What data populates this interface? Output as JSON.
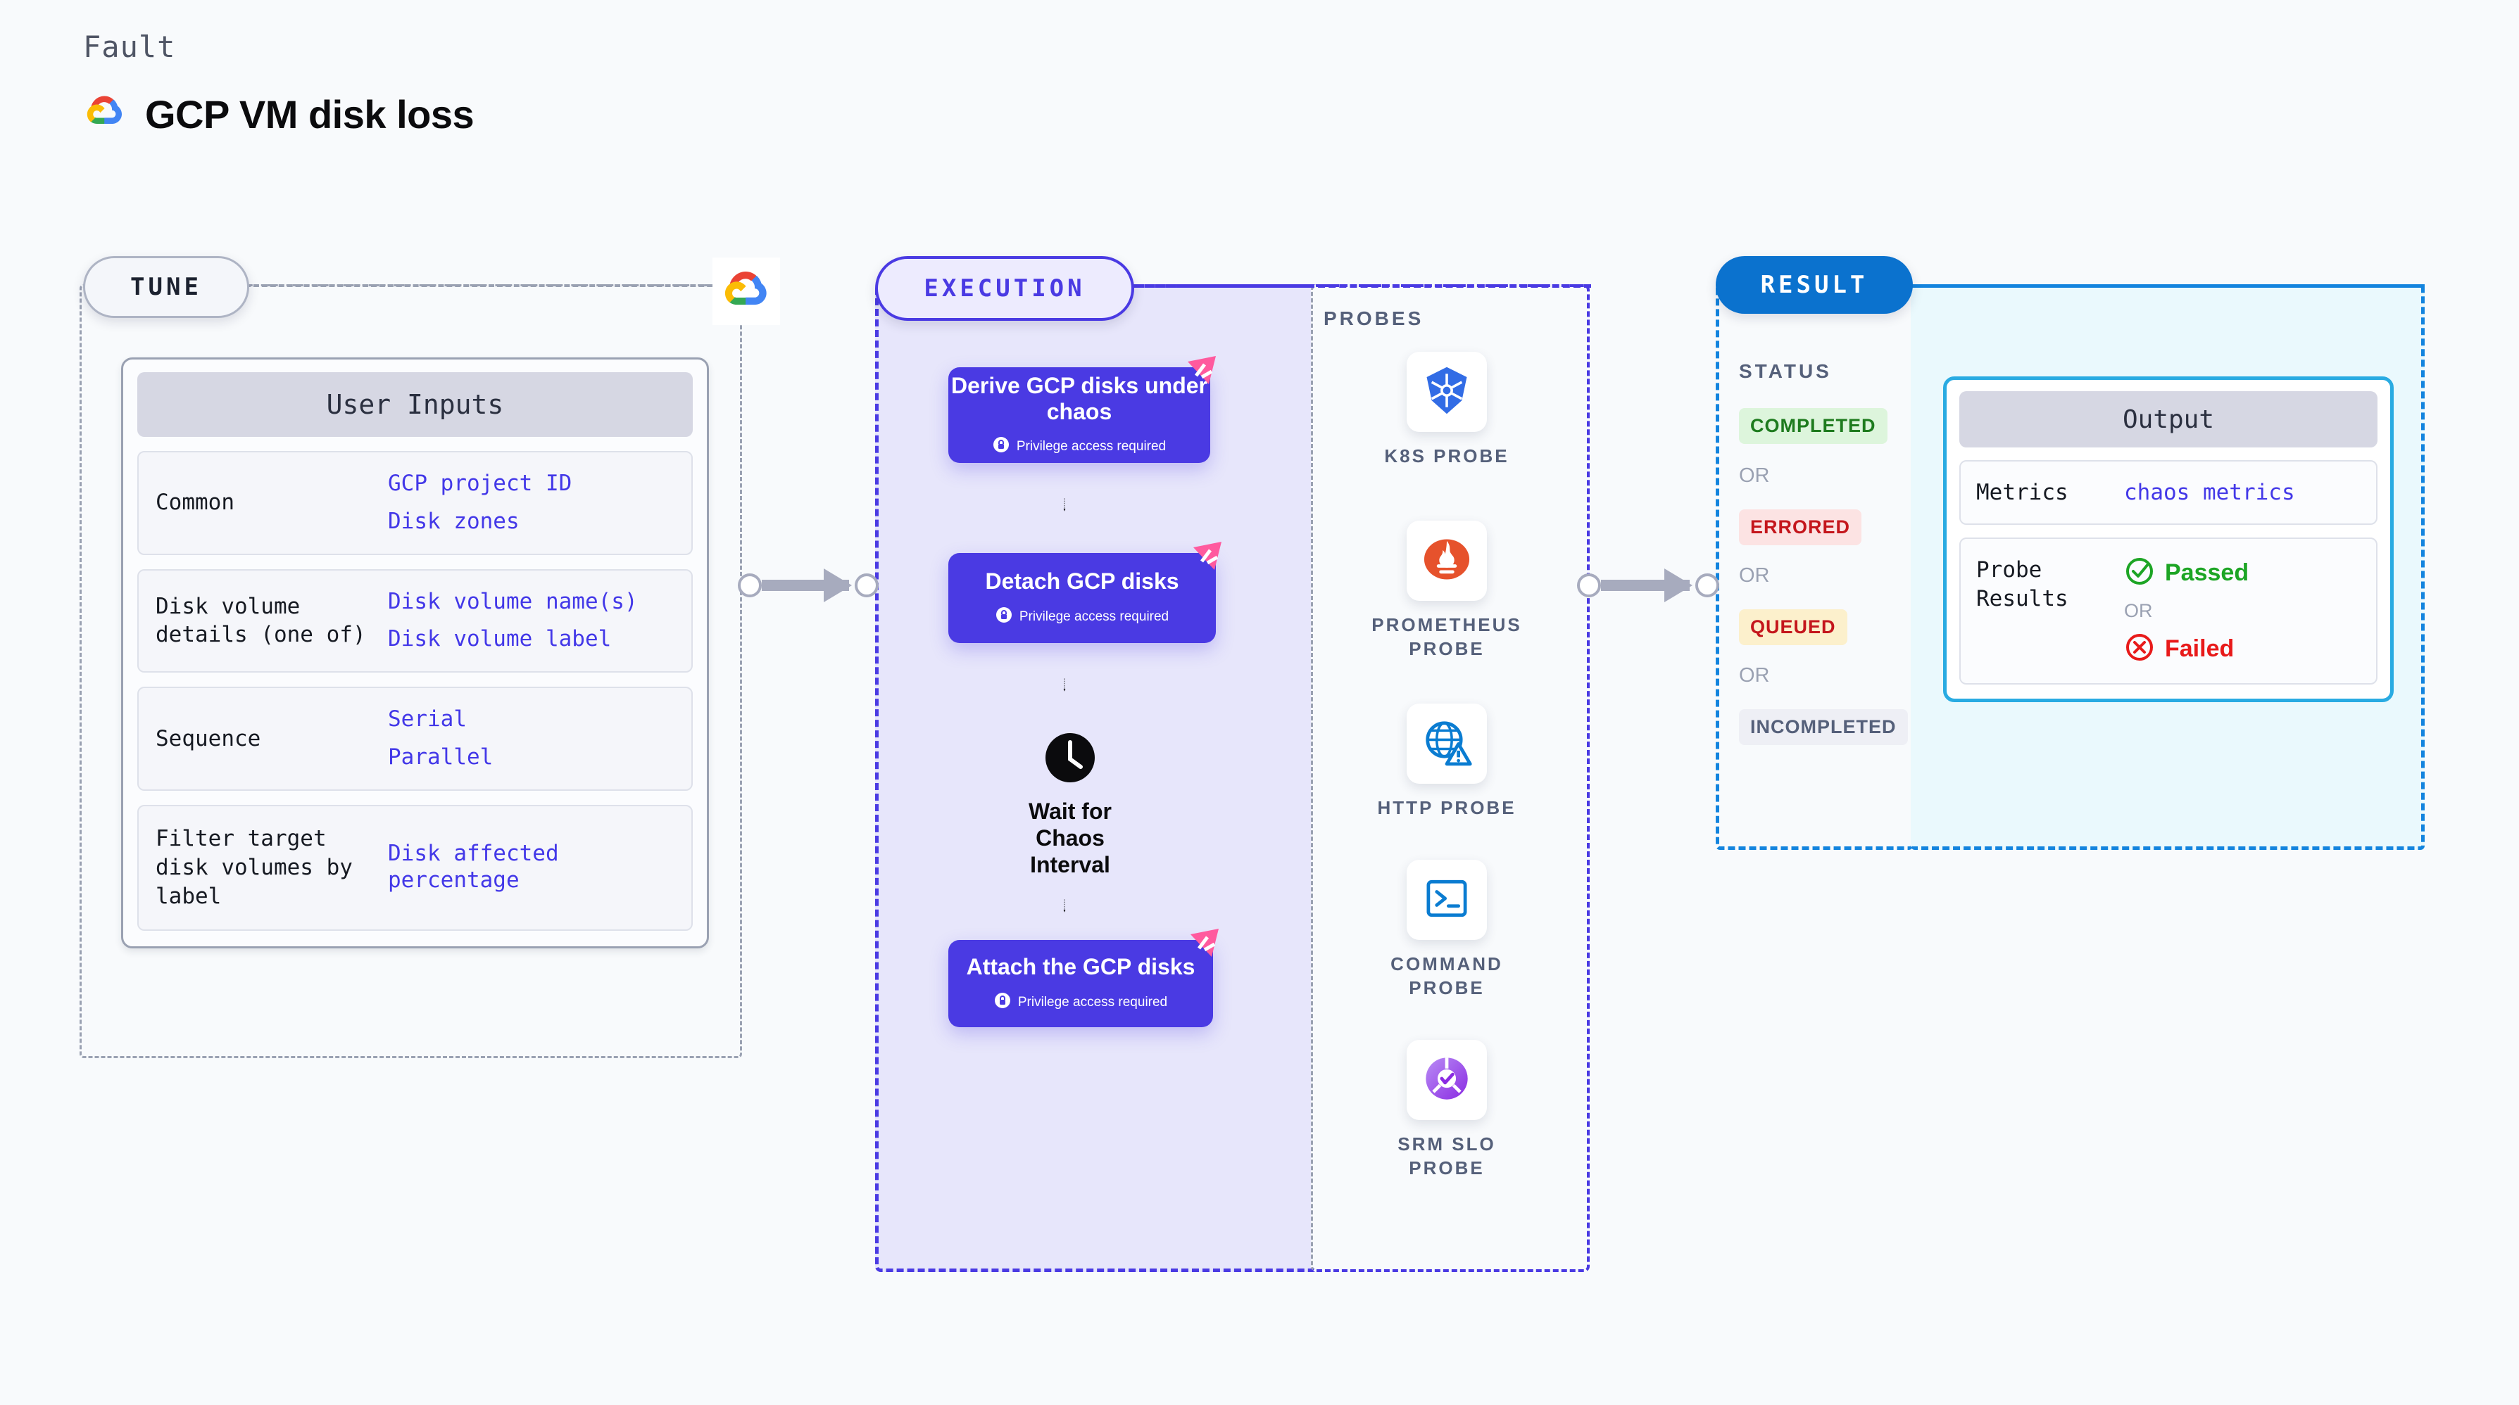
{
  "header": {
    "kicker": "Fault",
    "title": "GCP VM disk loss",
    "logo_icon": "gcp-logo-icon"
  },
  "tune": {
    "badge": "TUNE",
    "provider_icon": "gcp-logo-icon",
    "card_title": "User Inputs",
    "rows": [
      {
        "label": "Common",
        "values": [
          "GCP project ID",
          "Disk zones"
        ]
      },
      {
        "label": "Disk volume details (one of)",
        "values": [
          "Disk volume name(s)",
          "Disk volume label"
        ]
      },
      {
        "label": "Sequence",
        "values": [
          "Serial",
          "Parallel"
        ]
      },
      {
        "label": "Filter target disk volumes by label",
        "values": [
          "Disk affected percentage"
        ]
      }
    ]
  },
  "execution": {
    "badge": "EXECUTION",
    "privilege_text": "Privilege access required",
    "lock_icon": "lock-icon",
    "fault_icon": "chaos-fault-marker-icon",
    "nodes": [
      {
        "title": "Derive GCP disks under chaos",
        "privileged": true
      },
      {
        "title": "Detach GCP disks",
        "privileged": true
      },
      {
        "title": "Wait for Chaos Interval",
        "privileged": false,
        "icon": "clock-icon"
      },
      {
        "title": "Attach the GCP disks",
        "privileged": true
      }
    ]
  },
  "probes": {
    "label": "PROBES",
    "items": [
      {
        "name": "K8S PROBE",
        "icon": "kubernetes-icon"
      },
      {
        "name": "PROMETHEUS PROBE",
        "icon": "prometheus-icon"
      },
      {
        "name": "HTTP PROBE",
        "icon": "http-globe-icon"
      },
      {
        "name": "COMMAND PROBE",
        "icon": "terminal-icon"
      },
      {
        "name": "SRM SLO PROBE",
        "icon": "srm-slo-icon"
      }
    ]
  },
  "result": {
    "badge": "RESULT",
    "status_label": "STATUS",
    "or_text": "OR",
    "statuses": [
      {
        "text": "COMPLETED",
        "bg": "#DDF5DC",
        "color": "#1E7B1E"
      },
      {
        "text": "ERRORED",
        "bg": "#FCE3E3",
        "color": "#C4161C"
      },
      {
        "text": "QUEUED",
        "bg": "#FCF0CC",
        "color": "#C4161C"
      },
      {
        "text": "INCOMPLETED",
        "bg": "#EEEFF5",
        "color": "#55607A"
      }
    ],
    "output": {
      "title": "Output",
      "metrics_label": "Metrics",
      "metrics_value": "chaos metrics",
      "probe_results_label": "Probe Results",
      "passed_text": "Passed",
      "failed_text": "Failed",
      "passed_icon": "check-circle-icon",
      "failed_icon": "x-circle-icon",
      "passed_color": "#1DA525",
      "failed_color": "#E81A1A"
    }
  },
  "colors": {
    "page_bg": "#F8FAFC",
    "node_indigo": "#4A3AE3",
    "execution_bg": "#E7E6FB",
    "result_blue": "#0B72CE",
    "output_cyan": "#29ABE2",
    "result_section_bg": "#EAF9FD",
    "link_purple": "#4338E8",
    "fault_pink": "#FF5A9E"
  }
}
